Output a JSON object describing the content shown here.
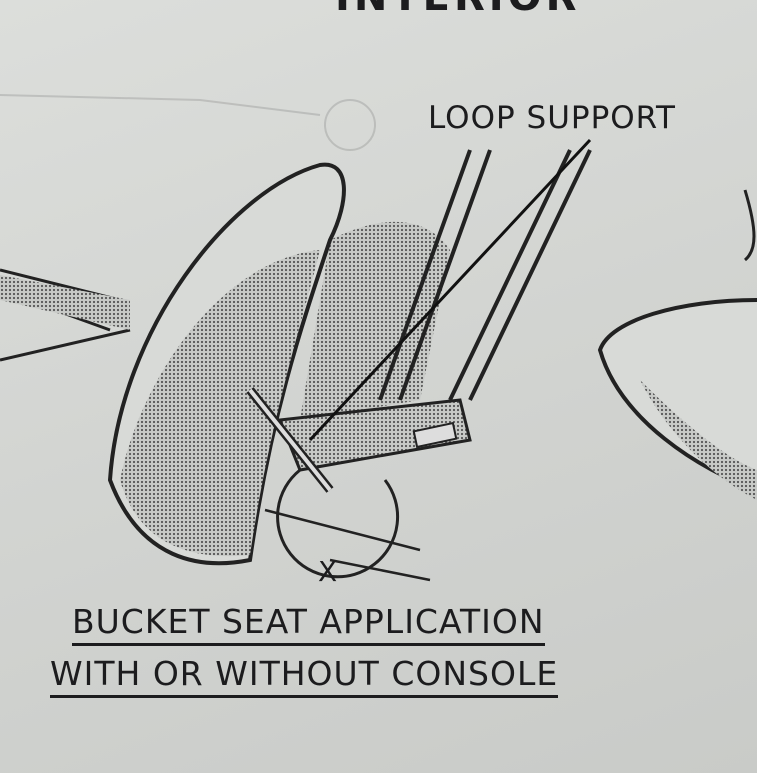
{
  "header": {
    "title_partial": "INTERIOR"
  },
  "labels": {
    "loop_support": "LOOP SUPPORT",
    "angle": "X"
  },
  "caption": {
    "line1": "BUCKET SEAT APPLICATION",
    "line2": "WITH OR WITHOUT CONSOLE"
  },
  "colors": {
    "paper": "#d4d6d3",
    "ink": "#1c1c1e"
  }
}
